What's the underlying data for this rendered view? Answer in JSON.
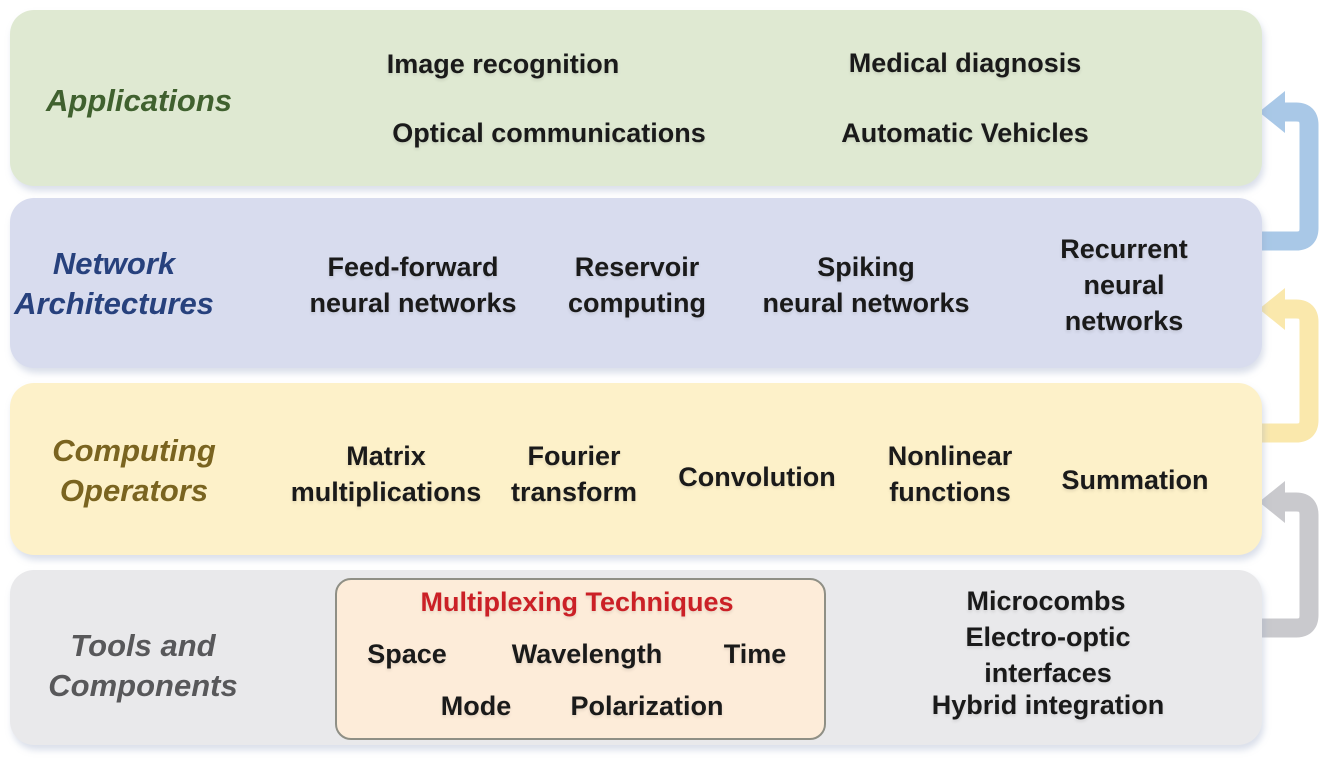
{
  "figure": {
    "item_color": "#1a1a1a",
    "background": "#ffffff",
    "bands": [
      {
        "label": "Applications",
        "label_color": "#40612f",
        "bg": "#dfe9d2",
        "items": [
          "Image recognition",
          "Medical diagnosis",
          "Optical communications",
          "Automatic Vehicles"
        ]
      },
      {
        "label": "Network\nArchitectures",
        "label_color": "#27417d",
        "bg": "#d8dcee",
        "items": [
          "Feed-forward\nneural networks",
          "Reservoir\ncomputing",
          "Spiking\nneural networks",
          "Recurrent\nneural networks"
        ]
      },
      {
        "label": "Computing\nOperators",
        "label_color": "#7a6420",
        "bg": "#fdf1c9",
        "items": [
          "Matrix\nmultiplications",
          "Fourier\ntransform",
          "Convolution",
          "Nonlinear\nfunctions",
          "Summation"
        ]
      },
      {
        "label": "Tools and\nComponents",
        "label_color": "#58585a",
        "bg": "#e9e9eb",
        "items": [
          "Microcombs",
          "Electro-optic interfaces",
          "Hybrid integration"
        ]
      }
    ],
    "multiplexing_box": {
      "title": "Multiplexing Techniques",
      "title_color": "#cb2026",
      "bg": "#fdecd9",
      "border_color": "#8f8f85",
      "row1": [
        "Space",
        "Wavelength",
        "Time"
      ],
      "row2": [
        "Mode",
        "Polarization"
      ]
    },
    "arrows": [
      {
        "name": "network-architectures-to-applications",
        "color": "#a9c8e7"
      },
      {
        "name": "computing-operators-to-network-architectures",
        "color": "#fae8ac"
      },
      {
        "name": "tools-components-to-computing-operators",
        "color": "#c9c9cd"
      }
    ]
  }
}
